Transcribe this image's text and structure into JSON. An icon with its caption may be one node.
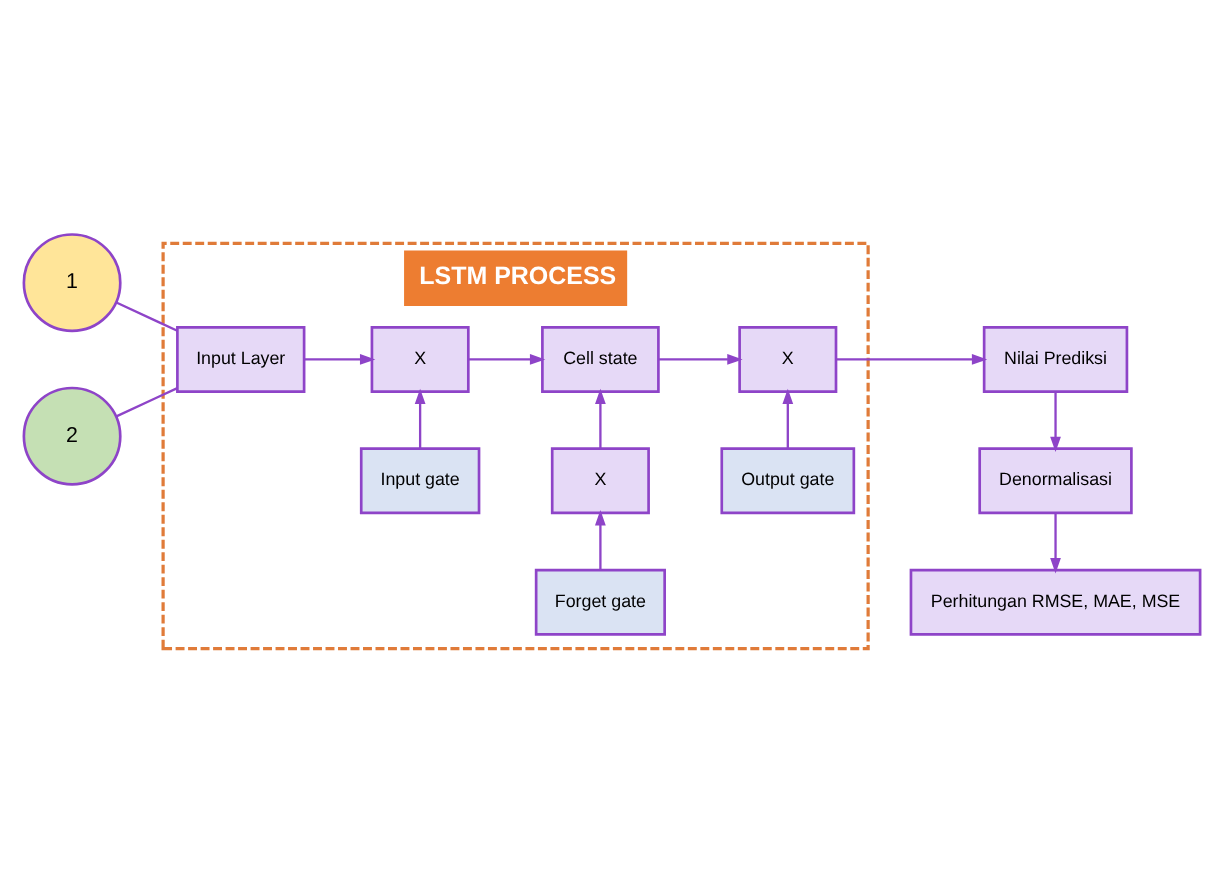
{
  "diagram": {
    "nodes": [
      {
        "text": [
          "LSTM PROCESS"
        ]
      },
      {
        "text": [
          "1"
        ]
      },
      {
        "text": [
          "Input gate"
        ],
        "in": 0
      },
      {
        "text": [
          "Output gate"
        ],
        "in": 0
      },
      {
        "text": [
          "Input Layer"
        ],
        "in": 0
      },
      {
        "text": [
          "X"
        ],
        "in": 0
      },
      {
        "text": [
          "Cell state"
        ],
        "in": 0
      },
      {
        "text": [
          "X"
        ],
        "in": 0
      },
      {
        "text": [
          "Nilai Prediksi"
        ]
      },
      {
        "text": [
          "2"
        ]
      },
      {
        "text": [
          "X"
        ],
        "in": 0
      },
      {
        "text": [
          "Denormalisasi"
        ]
      },
      {
        "text": [
          "Forget gate"
        ],
        "in": 0
      },
      {
        "text": [
          "Perhitungan RMSE, MAE, MSE"
        ]
      }
    ],
    "edges": [
      {
        "from": 1,
        "to": 4,
        "arrow": "none"
      },
      {
        "from": 9,
        "to": 4,
        "arrow": "none"
      },
      {
        "from": 4,
        "to": 5,
        "arrow": "to"
      },
      {
        "from": 2,
        "to": 5,
        "arrow": "to"
      },
      {
        "from": 5,
        "to": 6,
        "arrow": "to"
      },
      {
        "from": 12,
        "to": 10,
        "arrow": "to"
      },
      {
        "from": 10,
        "to": 6,
        "arrow": "to"
      },
      {
        "from": 6,
        "to": 7,
        "arrow": "to"
      },
      {
        "from": 3,
        "to": 7,
        "arrow": "to"
      },
      {
        "from": 7,
        "to": 8,
        "arrow": "to"
      },
      {
        "from": 8,
        "to": 11,
        "arrow": "to"
      },
      {
        "from": 11,
        "to": 13,
        "arrow": "to"
      }
    ]
  }
}
